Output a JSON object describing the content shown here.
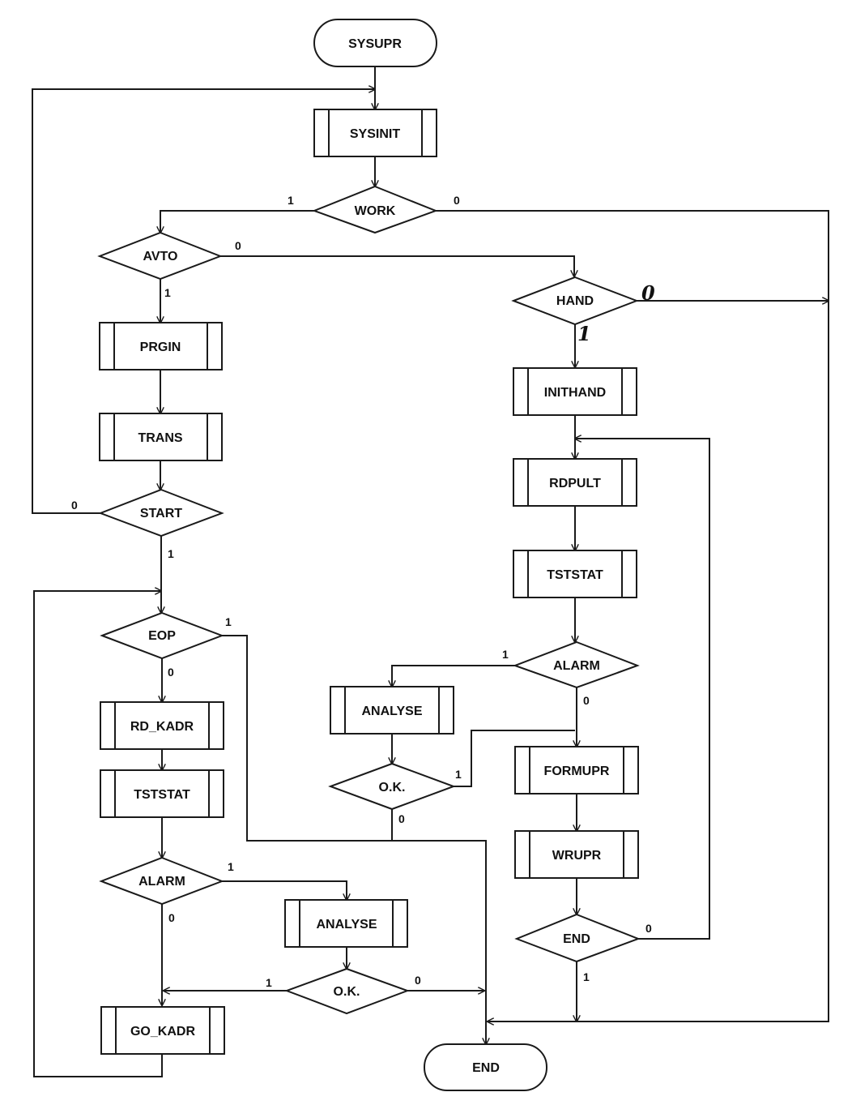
{
  "diagram": {
    "nodes": {
      "sysupr": "SYSUPR",
      "sysinit": "SYSINIT",
      "work": "WORK",
      "avto": "AVTO",
      "prgin": "PRGIN",
      "trans": "TRANS",
      "start": "START",
      "eop": "EOP",
      "rd_kadr": "RD_KADR",
      "tststat_left": "TSTSTAT",
      "alarm_left": "ALARM",
      "analyse_left": "ANALYSE",
      "ok_left": "O.K.",
      "go_kadr": "GO_KADR",
      "end_terminal": "END",
      "hand": "HAND",
      "inithand": "INITHAND",
      "rdpult": "RDPULT",
      "tststat_right": "TSTSTAT",
      "alarm_right": "ALARM",
      "analyse_right": "ANALYSE",
      "ok_right": "O.K.",
      "formupr": "FORMUPR",
      "wrupr": "WRUPR",
      "end_decision": "END"
    },
    "edge_labels": {
      "work_yes": "1",
      "work_no": "0",
      "avto_no": "0",
      "avto_yes": "1",
      "hand_no": "0",
      "hand_yes": "1",
      "start_no": "0",
      "start_yes": "1",
      "eop_yes": "1",
      "eop_no": "0",
      "alarm_left_yes": "1",
      "alarm_left_no": "0",
      "ok_left_yes": "1",
      "ok_left_no": "0",
      "alarm_right_yes": "1",
      "alarm_right_no": "0",
      "ok_right_yes": "1",
      "ok_right_no": "0",
      "end_decision_no": "0",
      "end_decision_yes": "1"
    }
  }
}
